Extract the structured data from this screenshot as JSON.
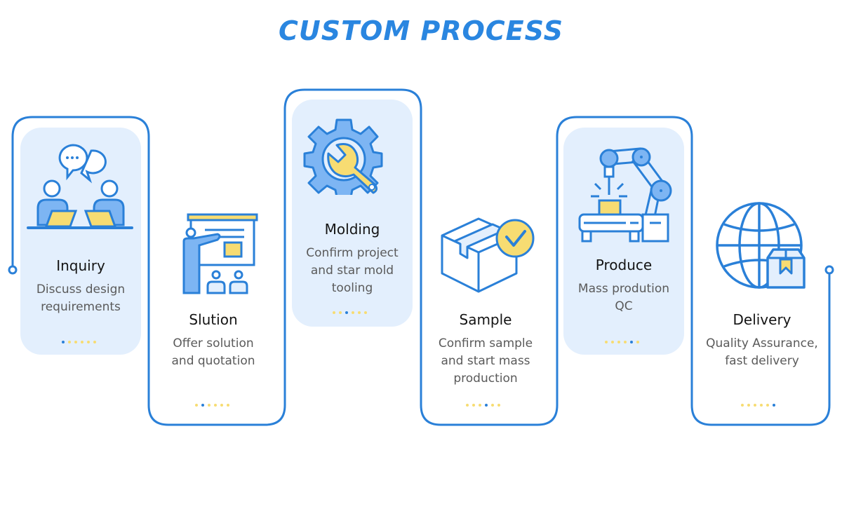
{
  "title": "CUSTOM PROCESS",
  "colors": {
    "accent": "#2a86e0",
    "panel": "#e3effd",
    "yellow": "#f7dc72",
    "icon_fill": "#7db5f3"
  },
  "steps": [
    {
      "name": "Inquiry",
      "desc_lines": [
        "Discuss design",
        "requirements"
      ],
      "icon": "meeting-icon",
      "active_dot": 1,
      "dot_count": 6
    },
    {
      "name": "Slution",
      "desc_lines": [
        "Offer solution",
        "and quotation"
      ],
      "icon": "presentation-icon",
      "active_dot": 2,
      "dot_count": 6
    },
    {
      "name": "Molding",
      "desc_lines": [
        "Confirm project",
        "and star mold",
        "tooling"
      ],
      "icon": "gear-wrench-icon",
      "active_dot": 3,
      "dot_count": 6
    },
    {
      "name": "Sample",
      "desc_lines": [
        "Confirm sample",
        "and start mass",
        "production"
      ],
      "icon": "box-check-icon",
      "active_dot": 4,
      "dot_count": 6
    },
    {
      "name": "Produce",
      "desc_lines": [
        "Mass prodution",
        "QC"
      ],
      "icon": "robot-arm-icon",
      "active_dot": 5,
      "dot_count": 6
    },
    {
      "name": "Delivery",
      "desc_lines": [
        "Quality Assurance,",
        "fast delivery"
      ],
      "icon": "globe-package-icon",
      "active_dot": 6,
      "dot_count": 6
    }
  ]
}
